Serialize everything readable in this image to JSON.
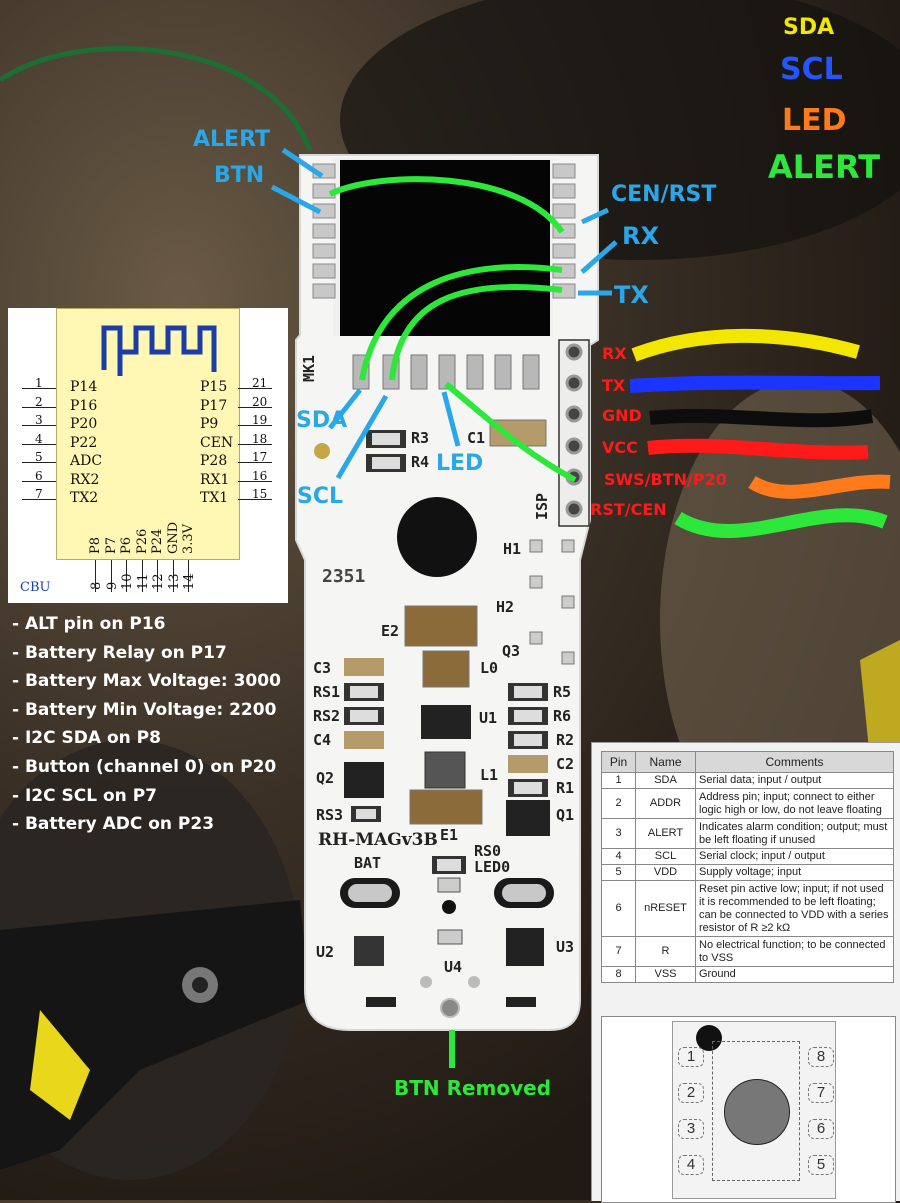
{
  "legend": [
    {
      "label": "SDA",
      "color": "#f3e600"
    },
    {
      "label": "SCL",
      "color": "#2356ff"
    },
    {
      "label": "LED",
      "color": "#ff7a1a"
    },
    {
      "label": "ALERT",
      "color": "#2de83a"
    }
  ],
  "module_pins": {
    "alert": "ALERT",
    "btn": "BTN",
    "cen_rst": "CEN/RST",
    "rx": "RX",
    "tx": "TX"
  },
  "pcb_pins": {
    "sda": "SDA",
    "scl": "SCL",
    "led": "LED"
  },
  "header_pins": [
    {
      "label": "RX",
      "wire_color": "#f3e600"
    },
    {
      "label": "TX",
      "wire_color": "#2356ff"
    },
    {
      "label": "GND",
      "wire_color": "#111111"
    },
    {
      "label": "VCC",
      "wire_color": "#ff1a1a"
    },
    {
      "label": "SWS/BTN/P20",
      "wire_color": "#ff7a1a"
    },
    {
      "label": "RST/CEN",
      "wire_color": "#2de83a"
    }
  ],
  "board": {
    "silk": {
      "mk1": "MK1",
      "r3": "R3",
      "r4": "R4",
      "c1": "C1",
      "h1": "H1",
      "h2": "H2",
      "q3": "Q3",
      "e2": "E2",
      "l0": "L0",
      "c3": "C3",
      "rs1": "RS1",
      "rs2": "RS2",
      "c4": "C4",
      "u1": "U1",
      "rs5": "R5",
      "r6": "R6",
      "r2": "R2",
      "c2": "C2",
      "r1": "R1",
      "q1": "Q1",
      "q2": "Q2",
      "l1": "L1",
      "rs3": "RS3",
      "e1": "E1",
      "board_name": "RH-MAGv3B",
      "bat": "BAT",
      "rs0": "RS0",
      "led0": "LED0",
      "u2": "U2",
      "u4": "U4",
      "u3": "U3",
      "isp": "ISP",
      "date": "2351",
      "rs5_lbl": "R5"
    }
  },
  "cbu": {
    "title": "CBU",
    "left": [
      {
        "num": "1",
        "name": "P14"
      },
      {
        "num": "2",
        "name": "P16"
      },
      {
        "num": "3",
        "name": "P20"
      },
      {
        "num": "4",
        "name": "P22"
      },
      {
        "num": "5",
        "name": "ADC"
      },
      {
        "num": "6",
        "name": "RX2"
      },
      {
        "num": "7",
        "name": "TX2"
      }
    ],
    "right": [
      {
        "num": "21",
        "name": "P15"
      },
      {
        "num": "20",
        "name": "P17"
      },
      {
        "num": "19",
        "name": "P9"
      },
      {
        "num": "18",
        "name": "CEN"
      },
      {
        "num": "17",
        "name": "P28"
      },
      {
        "num": "16",
        "name": "RX1"
      },
      {
        "num": "15",
        "name": "TX1"
      }
    ],
    "bottom": [
      {
        "num": "8",
        "name": "P8"
      },
      {
        "num": "9",
        "name": "P7"
      },
      {
        "num": "10",
        "name": "P6"
      },
      {
        "num": "11",
        "name": "P26"
      },
      {
        "num": "12",
        "name": "P24"
      },
      {
        "num": "13",
        "name": "GND"
      },
      {
        "num": "14",
        "name": "3.3V"
      }
    ]
  },
  "notes": [
    "- ALT pin on P16",
    "- Battery Relay on P17",
    "- Battery Max Voltage: 3000",
    "- Battery Min Voltage: 2200",
    "- I2C SDA on P8",
    "- Button (channel 0) on P20",
    "- I2C SCL on P7",
    "- Battery ADC on P23"
  ],
  "btn_removed": "BTN Removed",
  "pin_table": {
    "headers": [
      "Pin",
      "Name",
      "Comments"
    ],
    "rows": [
      {
        "pin": "1",
        "name": "SDA",
        "comments": "Serial data; input / output"
      },
      {
        "pin": "2",
        "name": "ADDR",
        "comments": "Address pin; input; connect to either logic high or low, do not leave floating"
      },
      {
        "pin": "3",
        "name": "ALERT",
        "comments": "Indicates alarm condition; output; must be left floating if unused"
      },
      {
        "pin": "4",
        "name": "SCL",
        "comments": "Serial clock; input / output"
      },
      {
        "pin": "5",
        "name": "VDD",
        "comments": "Supply voltage; input"
      },
      {
        "pin": "6",
        "name": "nRESET",
        "comments": "Reset pin active low; input; if not used it is recommended to be left floating; can be connected to VDD with a series resistor of R ≥2 kΩ"
      },
      {
        "pin": "7",
        "name": "R",
        "comments": "No electrical function; to be connected to VSS"
      },
      {
        "pin": "8",
        "name": "VSS",
        "comments": "Ground"
      }
    ],
    "package_pins_left": [
      "1",
      "2",
      "3",
      "4"
    ],
    "package_pins_right": [
      "8",
      "7",
      "6",
      "5"
    ]
  }
}
